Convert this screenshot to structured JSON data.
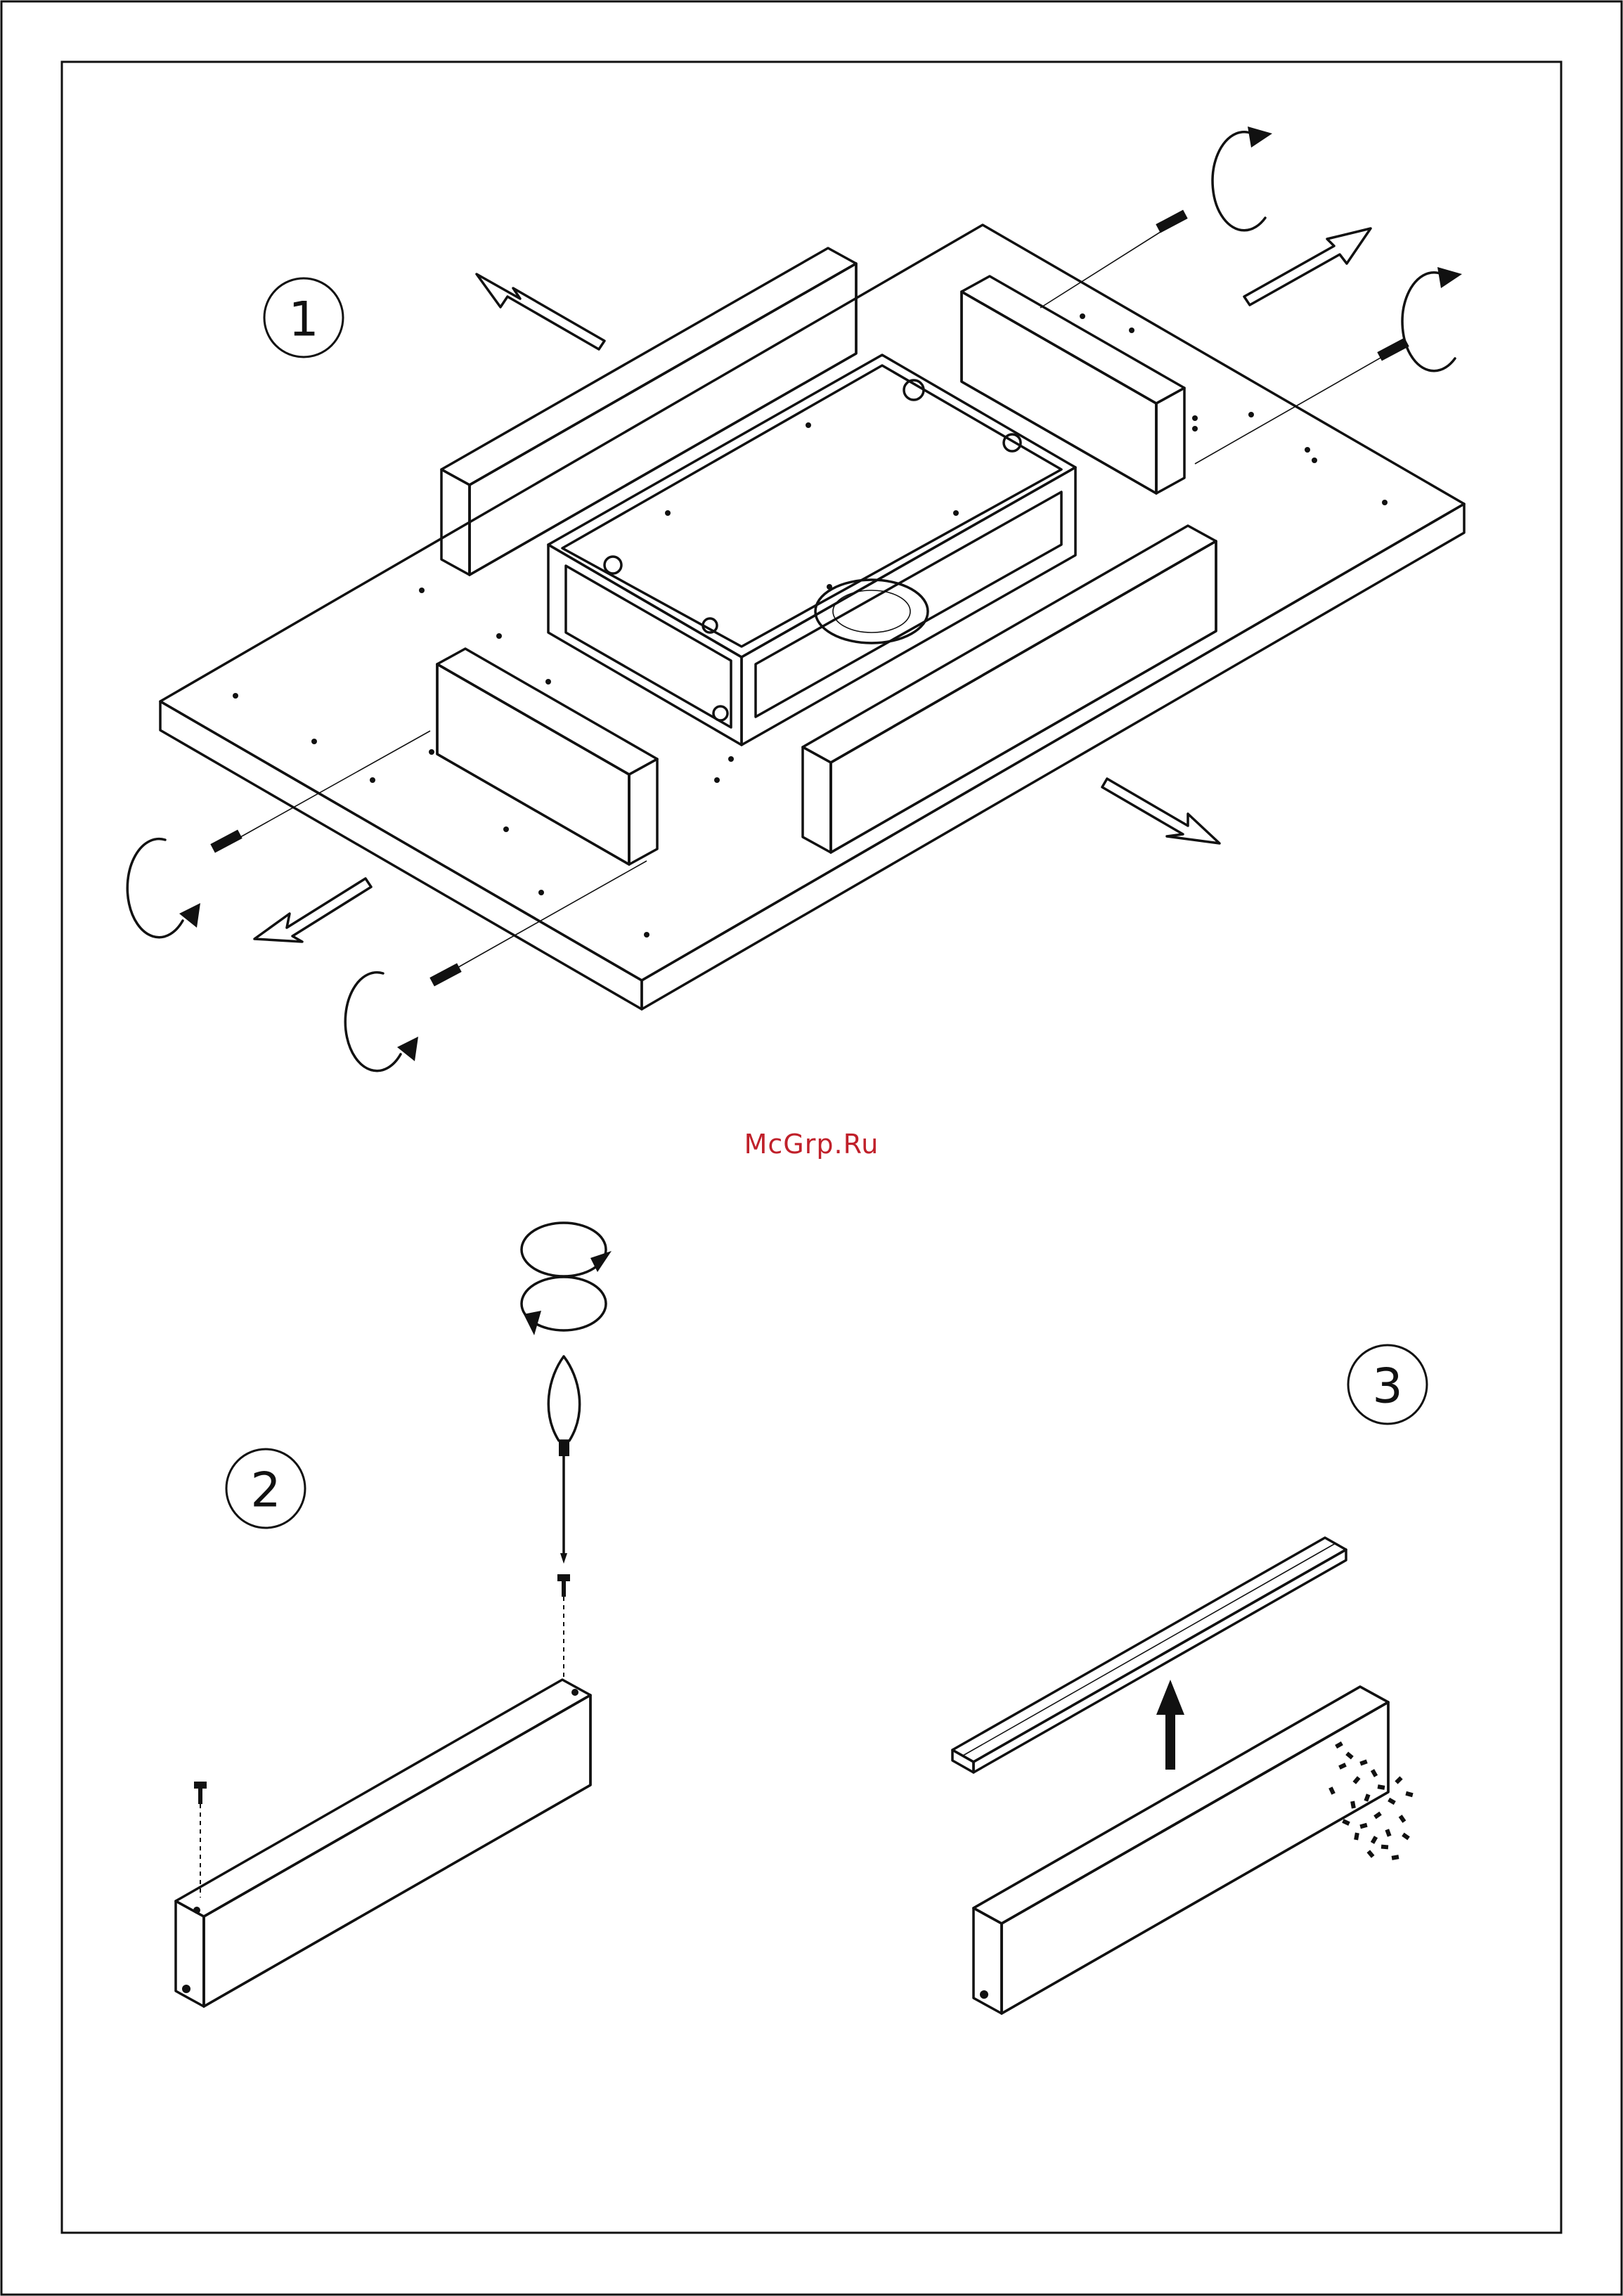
{
  "steps": [
    {
      "number": "1"
    },
    {
      "number": "2"
    },
    {
      "number": "3"
    }
  ],
  "watermark": {
    "text": "McGrp.Ru",
    "color": "#c0202a"
  },
  "colors": {
    "line": "#111111",
    "background": "#ffffff"
  }
}
